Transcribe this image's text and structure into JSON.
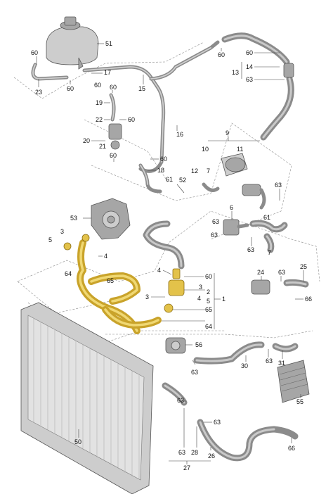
{
  "callouts": {
    "c51": "51",
    "c60a": "60",
    "c23": "23",
    "c60b": "60",
    "c17": "17",
    "c60c": "60",
    "c15": "15",
    "c60d": "60",
    "c19": "19",
    "c22": "22",
    "c60e": "60",
    "c16": "16",
    "c20": "20",
    "c21": "21",
    "c60f": "60",
    "c18": "18",
    "c61a": "61",
    "c52": "52",
    "c60g": "60",
    "c60h": "60",
    "c14": "14",
    "c13": "13",
    "c63a": "63",
    "c9": "9",
    "c10": "10",
    "c11": "11",
    "c12": "12",
    "c7": "7",
    "c63b": "63",
    "c6": "6",
    "c63c": "63",
    "c61b": "61",
    "c63d": "63",
    "c63e": "63",
    "c53": "53",
    "c3a": "3",
    "c5a": "5",
    "c4a": "4",
    "c64a": "64",
    "c65a": "65",
    "c4b": "4",
    "c60i": "60",
    "c3b": "3",
    "c2": "2",
    "c4c": "4",
    "c3c": "3",
    "c5b": "5",
    "c65b": "65",
    "c64b": "64",
    "c1": "1",
    "c24": "24",
    "c63f": "63",
    "c25": "25",
    "c66a": "66",
    "c56": "56",
    "c63g": "63",
    "c63h": "63",
    "c30": "30",
    "c31": "31",
    "c55": "55",
    "c50": "50",
    "c63i": "63",
    "c63j": "63",
    "c63k": "63",
    "c28": "28",
    "c26": "26",
    "c27": "27",
    "c66b": "66"
  }
}
